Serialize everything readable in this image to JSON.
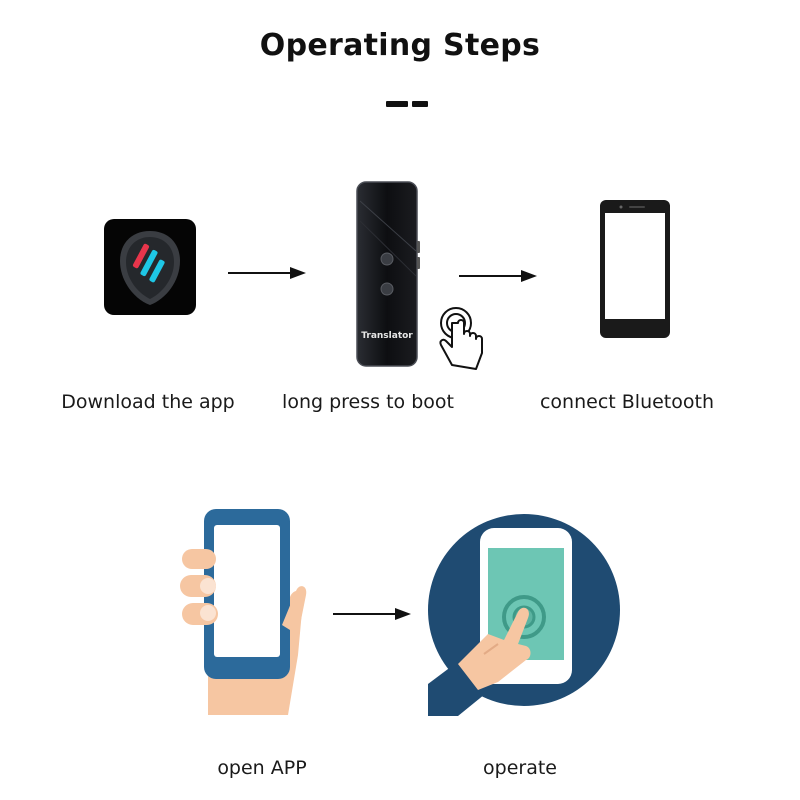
{
  "title": "Operating Steps",
  "device_label": "Translator",
  "steps": [
    {
      "label": "Download the app",
      "icon": "app-logo-icon"
    },
    {
      "label": "long press to boot",
      "icon": "translator-device-icon"
    },
    {
      "label": "connect Bluetooth",
      "icon": "smartphone-icon"
    },
    {
      "label": "open APP",
      "icon": "hand-holding-phone-icon"
    },
    {
      "label": "operate",
      "icon": "finger-tap-phone-icon"
    }
  ],
  "colors": {
    "text": "#1a1a1a",
    "accent_navy": "#1f4b72",
    "phone_blue": "#2c6a9b",
    "screen_teal": "#6dc6b4",
    "skin": "#f6c6a2",
    "logo_red": "#e8354b",
    "logo_cyan": "#1ec7e6"
  }
}
